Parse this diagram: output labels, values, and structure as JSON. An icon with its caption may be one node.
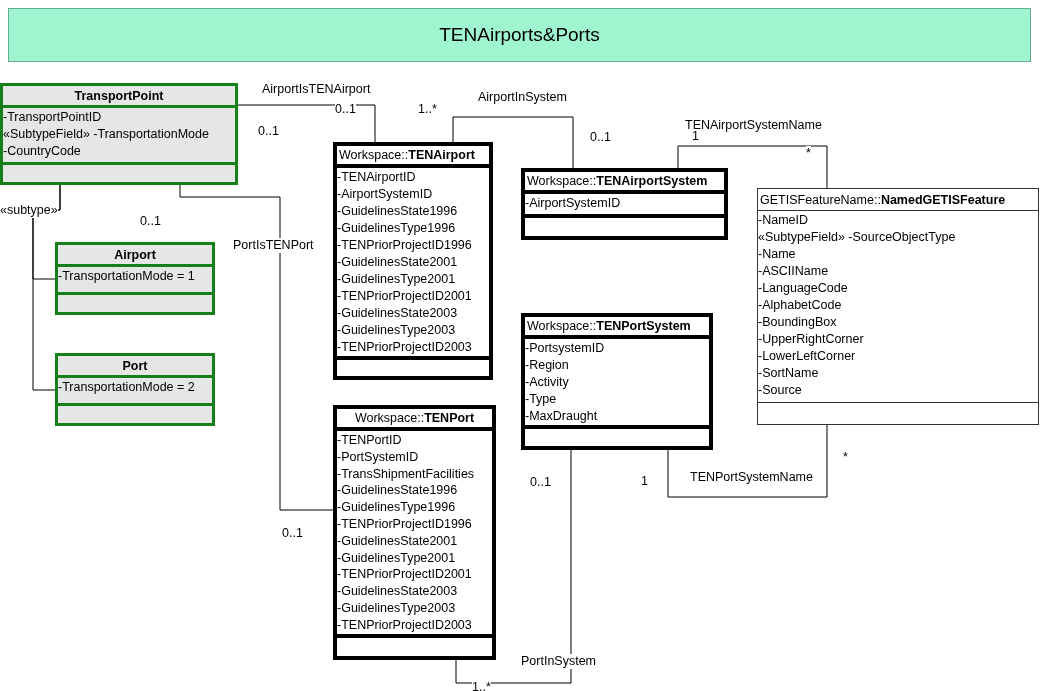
{
  "diagram": {
    "title": "TENAirports&Ports",
    "nodes": [
      {
        "text": [
          "TransportPoint",
          "-TransportPointID",
          "«SubtypeField» -TransportationMode",
          "-CountryCode"
        ]
      },
      {
        "text": [
          "Workspace::**TENAirport**",
          "-TENAirportID",
          "-AirportSystemID",
          "-GuidelinesState1996",
          "-GuidelinesType1996",
          "-TENPriorProjectID1996",
          "-GuidelinesState2001",
          "-GuidelinesType2001",
          "-TENPriorProjectID2001",
          "-GuidelinesState2003",
          "-GuidelinesType2003",
          "-TENPriorProjectID2003"
        ]
      },
      {
        "text": [
          "Workspace::**TENAirportSystem**",
          "-AirportSystemID"
        ]
      },
      {
        "text": [
          "GETISFeatureName::**NamedGETISFeature**",
          "-NameID",
          "«SubtypeField» -SourceObjectType",
          "-Name",
          "-ASCIIName",
          "-LanguageCode",
          "-AlphabetCode",
          "-BoundingBox",
          "-UpperRightCorner",
          "-LowerLeftCorner",
          "-SortName",
          "-Source"
        ]
      },
      {
        "text": [
          "Airport",
          "-TransportationMode = 1"
        ]
      },
      {
        "text": [
          "Port",
          "-TransportationMode = 2"
        ]
      },
      {
        "text": [
          "Workspace::**TENPortSystem**",
          "-PortsystemID",
          "-Region",
          "-Activity",
          "-Type",
          "-MaxDraught"
        ]
      },
      {
        "text": [
          "Workspace::**TENPort**",
          "-TENPortID",
          "-PortSystemID",
          "-TransShipmentFacilities",
          "-GuidelinesState1996",
          "-GuidelinesType1996",
          "-TENPriorProjectID1996",
          "-GuidelinesState2001",
          "-GuidelinesType2001",
          "-TENPriorProjectID2001",
          "-GuidelinesState2003",
          "-GuidelinesType2003",
          "-TENPriorProjectID2003"
        ]
      }
    ],
    "edges": [
      {
        "from": 0,
        "to": 1,
        "arrow": "none",
        "label": "AirportIsTENAirport"
      },
      {
        "from": 1,
        "to": 2,
        "arrow": "none",
        "label": "AirportInSystem"
      },
      {
        "from": 2,
        "to": 3,
        "arrow": "none",
        "label": "TENAirportSystemName"
      },
      {
        "from": 0,
        "to": 4,
        "arrow": "none",
        "label": "«subtype»"
      },
      {
        "from": 0,
        "to": 5,
        "arrow": "none"
      },
      {
        "from": 0,
        "to": 7,
        "arrow": "none",
        "label": "PortIsTENPort"
      },
      {
        "from": 7,
        "to": 6,
        "arrow": "none",
        "label": "PortInSystem"
      },
      {
        "from": 6,
        "to": 3,
        "arrow": "none",
        "label": "TENPortSystemName"
      }
    ],
    "labels": [
      "0..1",
      "0..1",
      "1..*",
      "0..1",
      "1",
      "*",
      "0..1",
      "0..1",
      "0..1",
      "1",
      "*",
      "1..*"
    ]
  }
}
